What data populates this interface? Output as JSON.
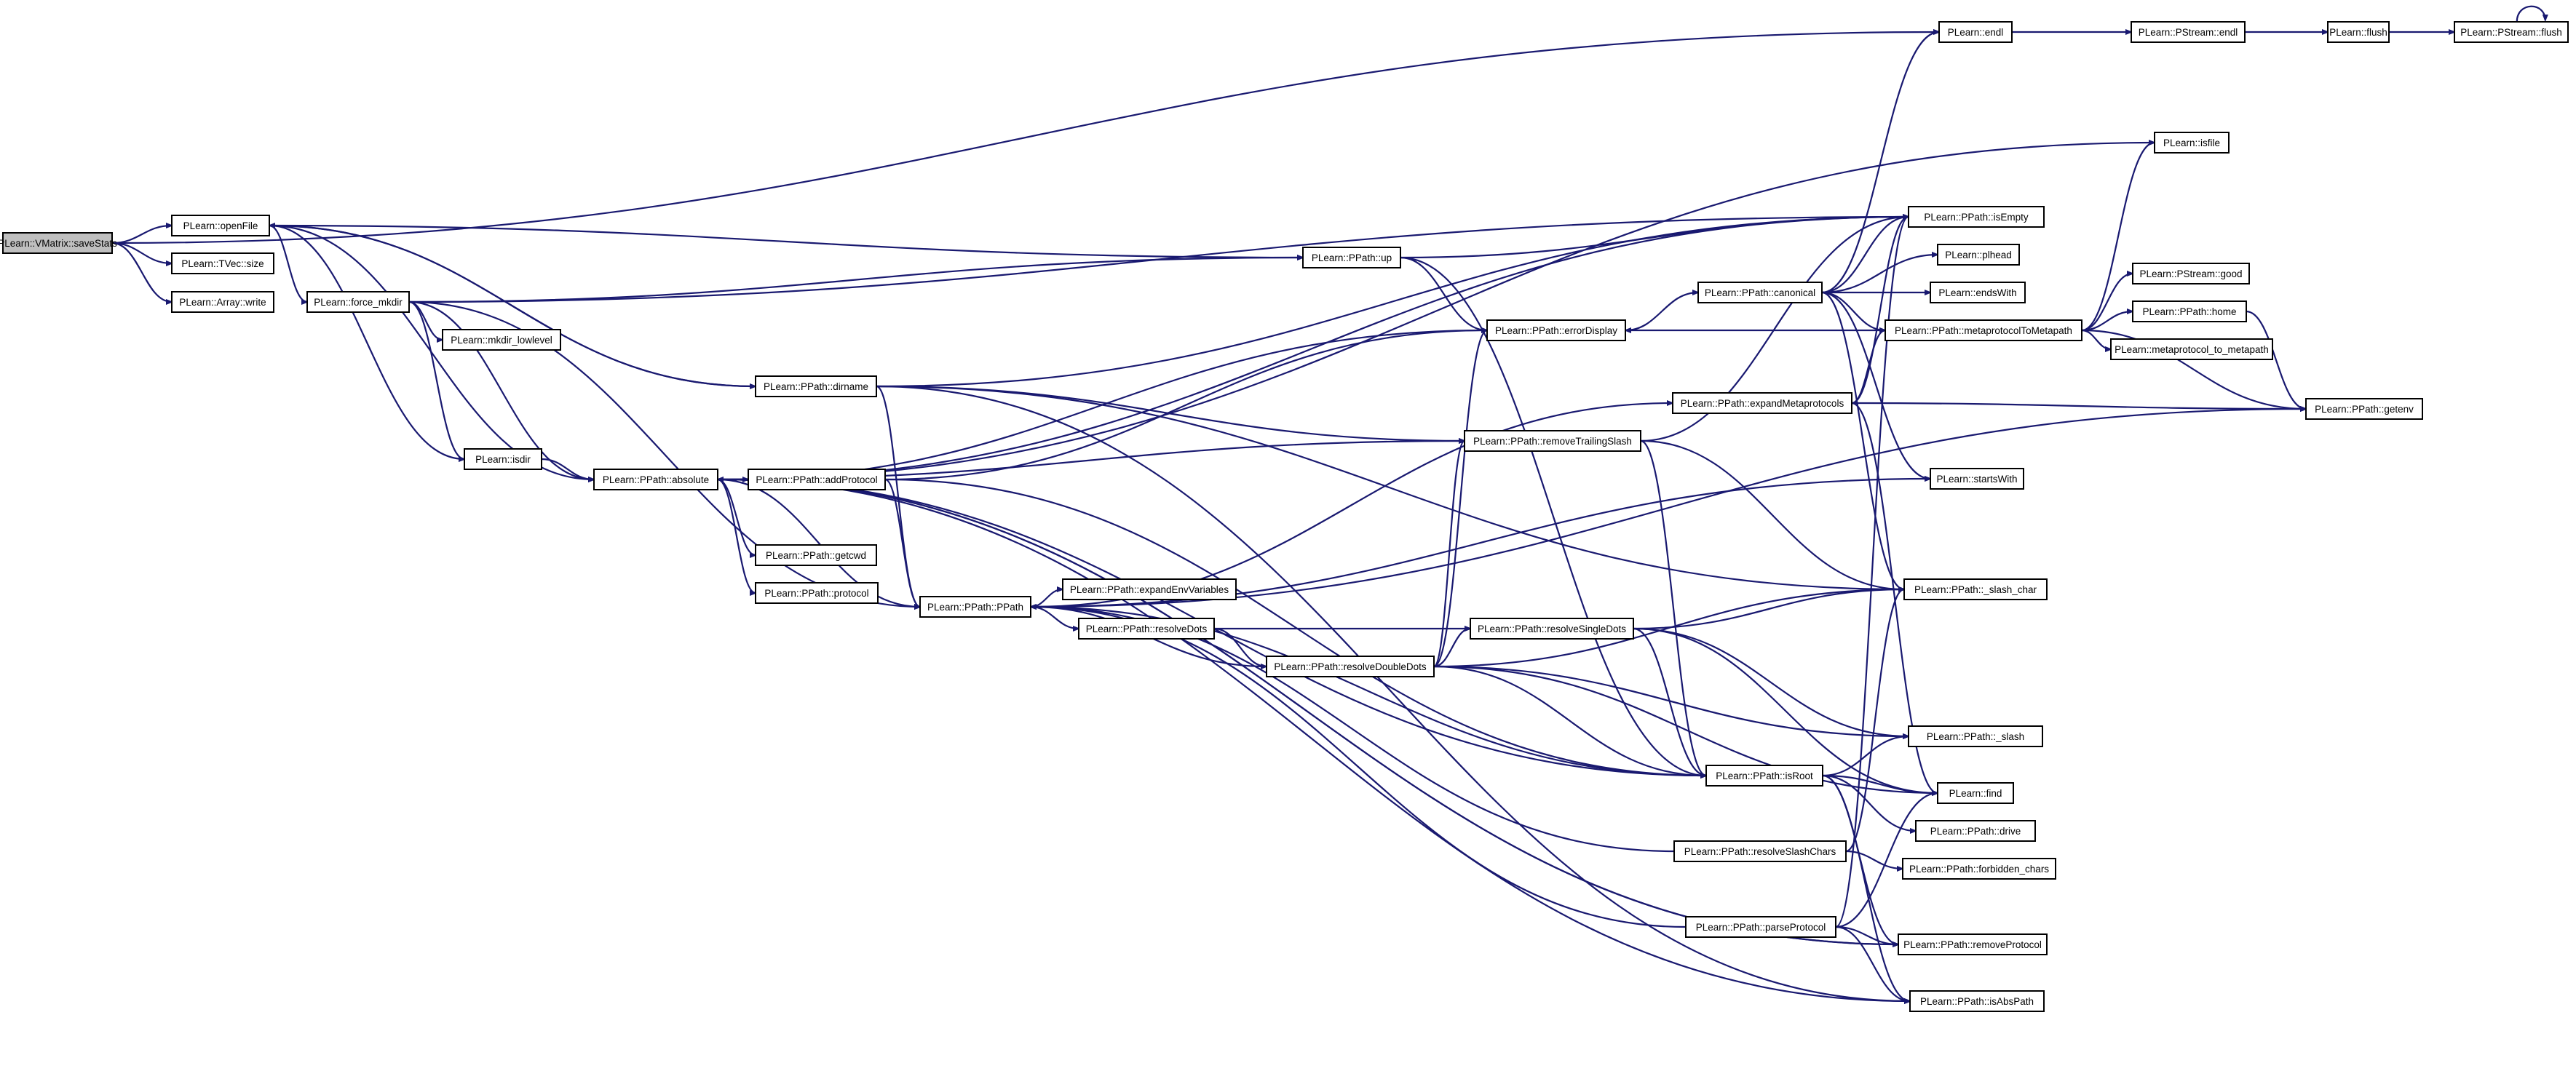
{
  "diagram": {
    "nodes": [
      {
        "id": "saveStats",
        "label": "PLearn::VMatrix::saveStats",
        "root": true
      },
      {
        "id": "openFile",
        "label": "PLearn::openFile"
      },
      {
        "id": "tvecSize",
        "label": "PLearn::TVec::size"
      },
      {
        "id": "arrayWrite",
        "label": "PLearn::Array::write"
      },
      {
        "id": "forceMkdir",
        "label": "PLearn::force_mkdir"
      },
      {
        "id": "mkdirLowlevel",
        "label": "PLearn::mkdir_lowlevel"
      },
      {
        "id": "isdir",
        "label": "PLearn::isdir"
      },
      {
        "id": "absolute",
        "label": "PLearn::PPath::absolute"
      },
      {
        "id": "dirname",
        "label": "PLearn::PPath::dirname"
      },
      {
        "id": "addProtocol",
        "label": "PLearn::PPath::addProtocol"
      },
      {
        "id": "getcwd",
        "label": "PLearn::PPath::getcwd"
      },
      {
        "id": "protocol",
        "label": "PLearn::PPath::protocol"
      },
      {
        "id": "ppath",
        "label": "PLearn::PPath::PPath"
      },
      {
        "id": "expandEnvVariables",
        "label": "PLearn::PPath::expandEnvVariables"
      },
      {
        "id": "resolveDots",
        "label": "PLearn::PPath::resolveDots"
      },
      {
        "id": "resolveDoubleDots",
        "label": "PLearn::PPath::resolveDoubleDots"
      },
      {
        "id": "up",
        "label": "PLearn::PPath::up"
      },
      {
        "id": "errorDisplay",
        "label": "PLearn::PPath::errorDisplay"
      },
      {
        "id": "removeTrailingSlash",
        "label": "PLearn::PPath::removeTrailingSlash"
      },
      {
        "id": "resolveSingleDots",
        "label": "PLearn::PPath::resolveSingleDots"
      },
      {
        "id": "canonical",
        "label": "PLearn::PPath::canonical"
      },
      {
        "id": "expandMetaprotocols",
        "label": "PLearn::PPath::expandMetaprotocols"
      },
      {
        "id": "isRoot",
        "label": "PLearn::PPath::isRoot"
      },
      {
        "id": "resolveSlashChars",
        "label": "PLearn::PPath::resolveSlashChars"
      },
      {
        "id": "parseProtocol",
        "label": "PLearn::PPath::parseProtocol"
      },
      {
        "id": "endl",
        "label": "PLearn::endl"
      },
      {
        "id": "isEmpty",
        "label": "PLearn::PPath::isEmpty"
      },
      {
        "id": "plhead",
        "label": "PLearn::plhead"
      },
      {
        "id": "endsWith",
        "label": "PLearn::endsWith"
      },
      {
        "id": "metaprotocolToMetapath",
        "label": "PLearn::PPath::metaprotocolToMetapath"
      },
      {
        "id": "startsWith",
        "label": "PLearn::startsWith"
      },
      {
        "id": "slashChar",
        "label": "PLearn::PPath::_slash_char"
      },
      {
        "id": "slash",
        "label": "PLearn::PPath::_slash"
      },
      {
        "id": "find",
        "label": "PLearn::find"
      },
      {
        "id": "drive",
        "label": "PLearn::PPath::drive"
      },
      {
        "id": "forbiddenChars",
        "label": "PLearn::PPath::forbidden_chars"
      },
      {
        "id": "removeProtocol",
        "label": "PLearn::PPath::removeProtocol"
      },
      {
        "id": "isAbsPath",
        "label": "PLearn::PPath::isAbsPath"
      },
      {
        "id": "pstreamEndl",
        "label": "PLearn::PStream::endl"
      },
      {
        "id": "flush",
        "label": "PLearn::flush"
      },
      {
        "id": "pstreamFlush",
        "label": "PLearn::PStream::flush"
      },
      {
        "id": "isfile",
        "label": "PLearn::isfile"
      },
      {
        "id": "pstreamGood",
        "label": "PLearn::PStream::good"
      },
      {
        "id": "home",
        "label": "PLearn::PPath::home"
      },
      {
        "id": "metaprotocolToMetapathLower",
        "label": "PLearn::metaprotocol_to_metapath"
      },
      {
        "id": "getenv",
        "label": "PLearn::PPath::getenv"
      }
    ],
    "edges": [
      [
        "saveStats",
        "openFile"
      ],
      [
        "saveStats",
        "tvecSize"
      ],
      [
        "saveStats",
        "arrayWrite"
      ],
      [
        "saveStats",
        "endl"
      ],
      [
        "openFile",
        "forceMkdir"
      ],
      [
        "openFile",
        "isdir"
      ],
      [
        "openFile",
        "absolute"
      ],
      [
        "openFile",
        "dirname"
      ],
      [
        "openFile",
        "up"
      ],
      [
        "forceMkdir",
        "mkdirLowlevel"
      ],
      [
        "forceMkdir",
        "isdir"
      ],
      [
        "forceMkdir",
        "absolute"
      ],
      [
        "forceMkdir",
        "isEmpty"
      ],
      [
        "forceMkdir",
        "up"
      ],
      [
        "forceMkdir",
        "ppath"
      ],
      [
        "isdir",
        "absolute"
      ],
      [
        "absolute",
        "addProtocol"
      ],
      [
        "absolute",
        "getcwd"
      ],
      [
        "absolute",
        "protocol"
      ],
      [
        "absolute",
        "ppath"
      ],
      [
        "absolute",
        "isEmpty"
      ],
      [
        "absolute",
        "errorDisplay"
      ],
      [
        "absolute",
        "isRoot"
      ],
      [
        "absolute",
        "isAbsPath"
      ],
      [
        "absolute",
        "removeProtocol"
      ],
      [
        "absolute",
        "removeTrailingSlash"
      ],
      [
        "dirname",
        "ppath"
      ],
      [
        "dirname",
        "removeTrailingSlash"
      ],
      [
        "dirname",
        "slashChar"
      ],
      [
        "dirname",
        "isEmpty"
      ],
      [
        "dirname",
        "isAbsPath"
      ],
      [
        "dirname",
        "openFile"
      ],
      [
        "addProtocol",
        "ppath"
      ],
      [
        "addProtocol",
        "errorDisplay"
      ],
      [
        "addProtocol",
        "isRoot"
      ],
      [
        "ppath",
        "expandEnvVariables"
      ],
      [
        "ppath",
        "resolveDots"
      ],
      [
        "ppath",
        "startsWith"
      ],
      [
        "ppath",
        "expandMetaprotocols"
      ],
      [
        "ppath",
        "getenv"
      ],
      [
        "resolveDots",
        "resolveSingleDots"
      ],
      [
        "resolveDots",
        "resolveDoubleDots"
      ],
      [
        "resolveDoubleDots",
        "ppath"
      ],
      [
        "resolveDoubleDots",
        "resolveSingleDots"
      ],
      [
        "resolveDoubleDots",
        "errorDisplay"
      ],
      [
        "resolveDoubleDots",
        "removeTrailingSlash"
      ],
      [
        "resolveDoubleDots",
        "slashChar"
      ],
      [
        "resolveDoubleDots",
        "slash"
      ],
      [
        "resolveDoubleDots",
        "isRoot"
      ],
      [
        "resolveDoubleDots",
        "find"
      ],
      [
        "up",
        "isEmpty"
      ],
      [
        "up",
        "errorDisplay"
      ],
      [
        "up",
        "isRoot"
      ],
      [
        "errorDisplay",
        "canonical"
      ],
      [
        "removeTrailingSlash",
        "isEmpty"
      ],
      [
        "removeTrailingSlash",
        "slashChar"
      ],
      [
        "removeTrailingSlash",
        "isRoot"
      ],
      [
        "resolveSingleDots",
        "slashChar"
      ],
      [
        "resolveSingleDots",
        "slash"
      ],
      [
        "resolveSingleDots",
        "isRoot"
      ],
      [
        "resolveSingleDots",
        "find"
      ],
      [
        "canonical",
        "plhead"
      ],
      [
        "canonical",
        "endsWith"
      ],
      [
        "canonical",
        "metaprotocolToMetapath"
      ],
      [
        "canonical",
        "isEmpty"
      ],
      [
        "canonical",
        "endl"
      ],
      [
        "canonical",
        "startsWith"
      ],
      [
        "canonical",
        "slashChar"
      ],
      [
        "expandMetaprotocols",
        "metaprotocolToMetapath"
      ],
      [
        "expandMetaprotocols",
        "getenv"
      ],
      [
        "expandMetaprotocols",
        "find"
      ],
      [
        "expandMetaprotocols",
        "isEmpty"
      ],
      [
        "isRoot",
        "slash"
      ],
      [
        "isRoot",
        "find"
      ],
      [
        "isRoot",
        "drive"
      ],
      [
        "isRoot",
        "removeProtocol"
      ],
      [
        "isRoot",
        "isAbsPath"
      ],
      [
        "isRoot",
        "ppath"
      ],
      [
        "resolveSlashChars",
        "slashChar"
      ],
      [
        "resolveSlashChars",
        "forbiddenChars"
      ],
      [
        "resolveSlashChars",
        "ppath"
      ],
      [
        "parseProtocol",
        "removeProtocol"
      ],
      [
        "parseProtocol",
        "isAbsPath"
      ],
      [
        "parseProtocol",
        "find"
      ],
      [
        "parseProtocol",
        "ppath"
      ],
      [
        "parseProtocol",
        "isEmpty"
      ],
      [
        "metaprotocolToMetapath",
        "isfile"
      ],
      [
        "metaprotocolToMetapath",
        "pstreamGood"
      ],
      [
        "metaprotocolToMetapath",
        "home"
      ],
      [
        "metaprotocolToMetapath",
        "metaprotocolToMetapathLower"
      ],
      [
        "metaprotocolToMetapath",
        "getenv"
      ],
      [
        "metaprotocolToMetapath",
        "errorDisplay"
      ],
      [
        "isfile",
        "absolute"
      ],
      [
        "home",
        "getenv"
      ],
      [
        "endl",
        "pstreamEndl"
      ],
      [
        "pstreamEndl",
        "flush"
      ],
      [
        "flush",
        "pstreamFlush"
      ],
      [
        "pstreamFlush",
        "pstreamFlush"
      ],
      [
        "removeProtocol",
        "absolute"
      ]
    ]
  }
}
